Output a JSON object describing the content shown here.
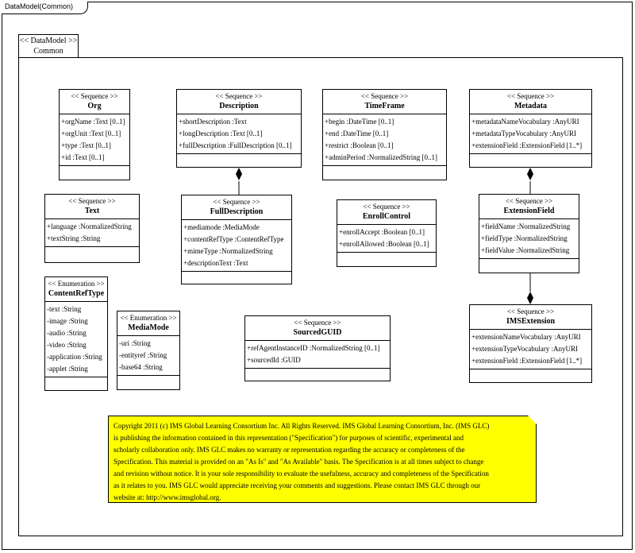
{
  "frame": {
    "title": "DataModel(Common)"
  },
  "package": {
    "stereotype": "<< DataModel >>",
    "name": "Common"
  },
  "classes": {
    "org": {
      "stereotype": "<< Sequence >>",
      "name": "Org",
      "attributes": [
        "+orgName :Text [0..1]",
        "+orgUnit :Text [0..1]",
        "+type :Text [0..1]",
        "+id :Text [0..1]"
      ]
    },
    "description": {
      "stereotype": "<< Sequence >>",
      "name": "Description",
      "attributes": [
        "+shortDescription :Text",
        "+longDescription :Text [0..1]",
        "+fullDescription :FullDescription [0..1]"
      ]
    },
    "timeframe": {
      "stereotype": "<< Sequence >>",
      "name": "TimeFrame",
      "attributes": [
        "+begin :DateTime [0..1]",
        "+end :DateTime [0..1]",
        "+restrict :Boolean [0..1]",
        "+adminPeriod :NormalizedString [0..1]"
      ]
    },
    "metadata": {
      "stereotype": "<< Sequence >>",
      "name": "Metadata",
      "attributes": [
        "+metadataNameVocabulary :AnyURI",
        "+metadataTypeVocabulary :AnyURI",
        "+extensionField :ExtensionField [1..*]"
      ]
    },
    "text": {
      "stereotype": "<< Sequence >>",
      "name": "Text",
      "attributes": [
        "+language :NormalizedString",
        "+textString :String"
      ]
    },
    "fulldescription": {
      "stereotype": "<< Sequence >>",
      "name": "FullDescription",
      "attributes": [
        "+mediamode :MediaMode",
        "+contentRefType :ContentRefType",
        "+mimeType :NormalizedString",
        "+descriptionText :Text"
      ]
    },
    "enrollcontrol": {
      "stereotype": "<< Sequence >>",
      "name": "EnrollControl",
      "attributes": [
        "+enrollAccept :Boolean [0..1]",
        "+enrollAllowed :Boolean [0..1]"
      ]
    },
    "extensionfield": {
      "stereotype": "<< Sequence >>",
      "name": "ExtensionField",
      "attributes": [
        "+fieldName :NormalizedString",
        "+fieldType :NormalizedString",
        "+fieldValue :NormalizedString"
      ]
    },
    "contentreftype": {
      "stereotype": "<< Enumeration >>",
      "name": "ContentRefType",
      "attributes": [
        "-text :String",
        "-image :String",
        "-audio :String",
        "-video :String",
        "-application :String",
        "-applet :String"
      ]
    },
    "mediamode": {
      "stereotype": "<< Enumeration >>",
      "name": "MediaMode",
      "attributes": [
        "-uri :String",
        "-entityref :String",
        "-base64 :String"
      ]
    },
    "sourcedguid": {
      "stereotype": "<< Sequence >>",
      "name": "SourcedGUID",
      "attributes": [
        "+refAgentInstanceID :NormalizedString [0..1]",
        "+sourcedId :GUID"
      ]
    },
    "imsextension": {
      "stereotype": "<< Sequence >>",
      "name": "IMSExtension",
      "attributes": [
        "+extensionNameVocabulary :AnyURI",
        "+extensionTypeVocabulary :AnyURI",
        "+extensionField :ExtensionField [1..*]"
      ]
    }
  },
  "note": {
    "lines": [
      "Copyright 2011 (c) IMS Global Learning Consortium Inc.  All Rights Reserved.  IMS Global Learning Consortium, Inc. (IMS GLC)",
      "is publishing the information contained in this representation (\"Specification\") for purposes of scientific, experimental and",
      "scholarly collaboration only.  IMS GLC makes no warranty or representation regarding the accuracy or completeness of the",
      "Specification.  This material is provided on an \"As Is\" and \"As Available\" basis.  The Specification is at all times subject to change",
      "and revision without notice.  It is your sole responsibility to evaluate the usefulness, accuracy and completeness of the Specification",
      "as it relates to you.  IMS GLC would appreciate receiving your comments and suggestions.  Please contact IMS GLC through our",
      "website at: http://www.imsglobal.org."
    ]
  },
  "colors": {
    "note_fill": "#ffff00",
    "line": "#000000"
  }
}
